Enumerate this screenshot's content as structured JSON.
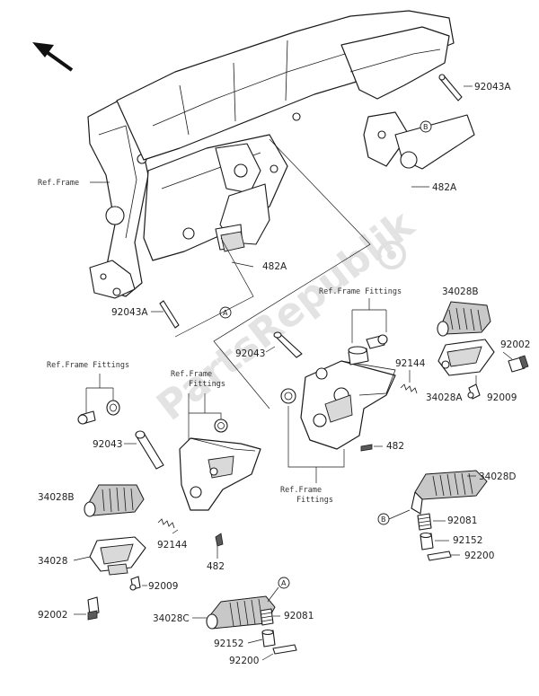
{
  "labels": {
    "ref_frame": "Ref.Frame",
    "ref_frame_fittings_top": "Ref.Frame Fittings",
    "ref_frame_fittings_left": "Ref.Frame Fittings",
    "ref_frame_fittings_mid_1": "Ref.Frame",
    "ref_frame_fittings_mid_2": "Fittings",
    "ref_frame_fittings_bottom_1": "Ref.Frame",
    "ref_frame_fittings_bottom_2": "Fittings",
    "p92043A_top": "92043A",
    "p482A_right": "482A",
    "p482A_mid": "482A",
    "p92043A_left": "92043A",
    "p92043_right": "92043",
    "p34028B_right": "34028B",
    "p92002_right": "92002",
    "p92144_right": "92144",
    "p34028A": "34028A",
    "p92009_right": "92009",
    "p482_right": "482",
    "p92043_left": "92043",
    "p34028B_left": "34028B",
    "p92144_left": "92144",
    "p482_left": "482",
    "p34028": "34028",
    "p92009_left": "92009",
    "p92002_left": "92002",
    "p34028D": "34028D",
    "p92081_right": "92081",
    "p92152_right": "92152",
    "p92200_right": "92200",
    "p34028C": "34028C",
    "p92081_bottom": "92081",
    "p92152_bottom": "92152",
    "p92200_bottom": "92200"
  },
  "callouts": {
    "a1": "A",
    "a2": "A",
    "b1": "B",
    "b2": "B"
  },
  "watermark": "PartsRepublik"
}
